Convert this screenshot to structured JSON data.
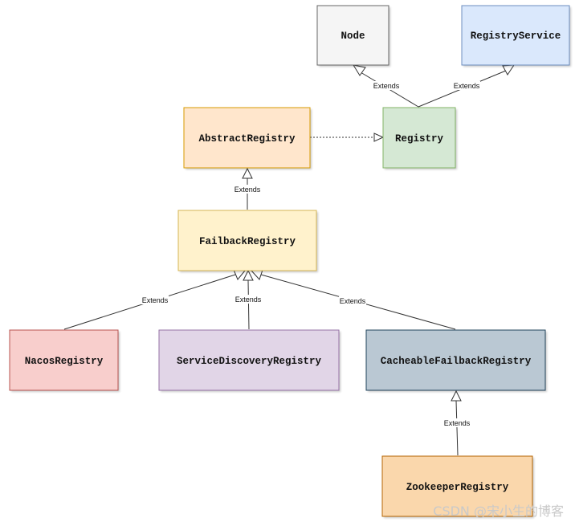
{
  "nodes": {
    "node": {
      "label": "Node",
      "fill": "#f5f5f5",
      "stroke": "#666666"
    },
    "registry_service": {
      "label": "RegistryService",
      "fill": "#dae8fc",
      "stroke": "#6c8ebf"
    },
    "abstract_registry": {
      "label": "AbstractRegistry",
      "fill": "#ffe6cc",
      "stroke": "#d79b00"
    },
    "registry": {
      "label": "Registry",
      "fill": "#d5e8d4",
      "stroke": "#82b366"
    },
    "failback_registry": {
      "label": "FailbackRegistry",
      "fill": "#fff2cc",
      "stroke": "#d6b656"
    },
    "nacos_registry": {
      "label": "NacosRegistry",
      "fill": "#f8cecc",
      "stroke": "#b85450"
    },
    "service_discovery_registry": {
      "label": "ServiceDiscoveryRegistry",
      "fill": "#e1d5e7",
      "stroke": "#9673a6"
    },
    "cacheable_failback_registry": {
      "label": "CacheableFailbackRegistry",
      "fill": "#bac8d3",
      "stroke": "#23445d"
    },
    "zookeeper_registry": {
      "label": "ZookeeperRegistry",
      "fill": "#fad7ac",
      "stroke": "#b46504"
    }
  },
  "edges": {
    "registry_to_node": {
      "label": "Extends"
    },
    "registry_to_registry_service": {
      "label": "Extends"
    },
    "failback_to_abstract": {
      "label": "Extends"
    },
    "nacos_to_failback": {
      "label": "Extends"
    },
    "service_discovery_to_failback": {
      "label": "Extends"
    },
    "cacheable_to_failback": {
      "label": "Extends"
    },
    "zookeeper_to_cacheable": {
      "label": "Extends"
    }
  },
  "watermark": "CSDN @宋小生的博客"
}
